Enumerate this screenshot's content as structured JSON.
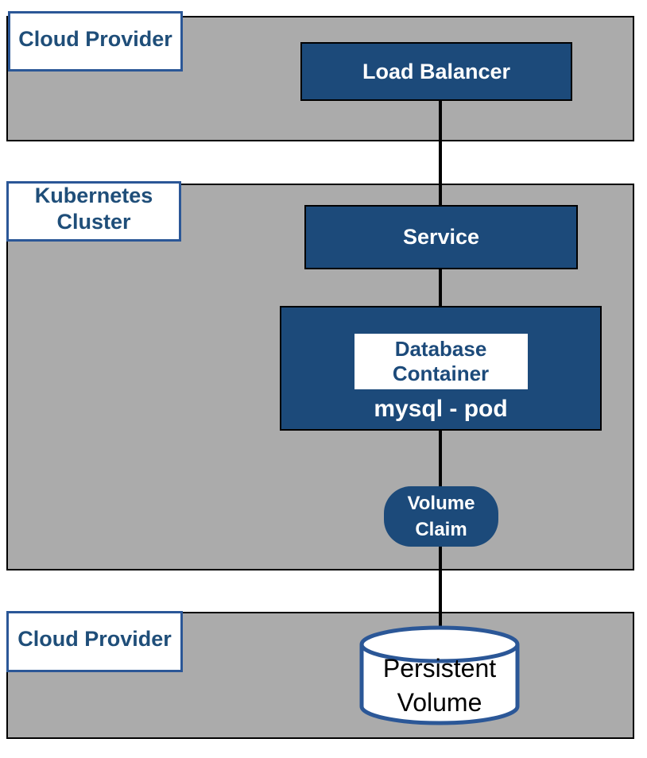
{
  "diagram_type": "kubernetes-architecture",
  "labels": {
    "cloud_provider_top": "Cloud Provider",
    "kubernetes_cluster": {
      "line1": "Kubernetes",
      "line2": "Cluster"
    },
    "cloud_provider_bottom": "Cloud Provider"
  },
  "nodes": {
    "load_balancer": {
      "label": "Load Balancer"
    },
    "service": {
      "label": "Service"
    },
    "database_container": {
      "line1": "Database",
      "line2": "Container"
    },
    "mysql_pod": {
      "label": "mysql - pod"
    },
    "volume_claim": {
      "line1": "Volume",
      "line2": "Claim"
    },
    "persistent_volume": {
      "line1": "Persistent",
      "line2": "Volume"
    }
  },
  "sections": [
    {
      "id": "cloud-provider-top",
      "label": "Cloud Provider",
      "contains": [
        "Load Balancer"
      ]
    },
    {
      "id": "kubernetes-cluster",
      "label": "Kubernetes Cluster",
      "contains": [
        "Service",
        "mysql - pod",
        "Volume Claim"
      ]
    },
    {
      "id": "cloud-provider-bottom",
      "label": "Cloud Provider",
      "contains": [
        "Persistent Volume"
      ]
    }
  ],
  "edges": [
    {
      "from": "load_balancer",
      "to": "service"
    },
    {
      "from": "service",
      "to": "mysql_pod"
    },
    {
      "from": "mysql_pod",
      "to": "volume_claim"
    },
    {
      "from": "volume_claim",
      "to": "persistent_volume"
    }
  ],
  "colors": {
    "section_fill": "#ababab",
    "section_border": "#000000",
    "node_fill": "#1c4a7a",
    "node_border": "#000000",
    "node_text": "#ffffff",
    "label_fill": "#ffffff",
    "label_border": "#2b5797",
    "label_text": "#1f4e79",
    "connector": "#000000",
    "cylinder_fill": "#ffffff",
    "cylinder_stroke": "#2b5797",
    "cylinder_text": "#000000"
  }
}
